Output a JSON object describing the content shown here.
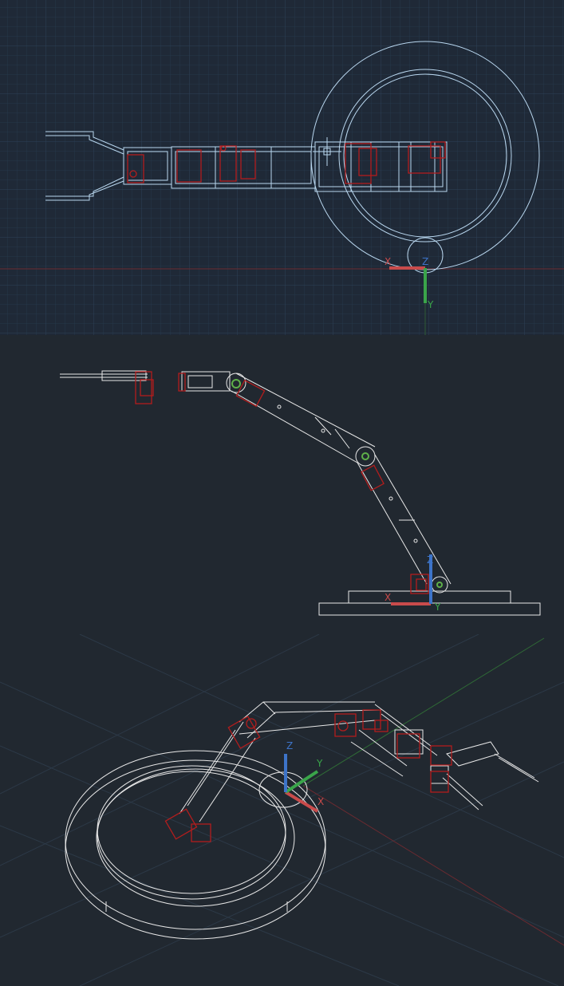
{
  "views": [
    {
      "name": "top-view",
      "ucs_labels": {
        "x": "X",
        "y": "Y",
        "z": "Z"
      }
    },
    {
      "name": "front-view",
      "ucs_labels": {
        "x": "X",
        "y": "Y",
        "z": "Z"
      }
    },
    {
      "name": "iso-view",
      "ucs_labels": {
        "x": "X",
        "y": "Y",
        "z": "Z"
      }
    }
  ],
  "colors": {
    "viewport_bg_top": "#1f2937",
    "viewport_bg": "#212830",
    "grid_minor": "#26374a",
    "grid_major": "#2d4157",
    "geometry_top": "#b9d7ef",
    "geometry": "#e8e8e8",
    "servo": "#b21d1d",
    "axis_x": "#c94b4b",
    "axis_y": "#3aa54a",
    "axis_z": "#3d74c9",
    "joint_green": "#5fb04a"
  }
}
